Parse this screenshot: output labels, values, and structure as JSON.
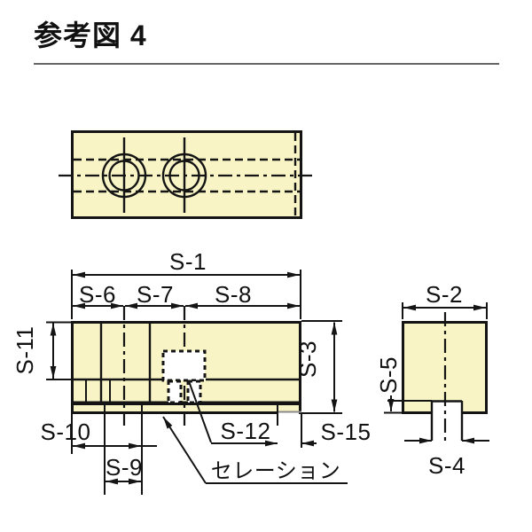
{
  "title": "参考図 4",
  "figure": {
    "type": "technical-drawing",
    "description": "Reference figure 4 - chuck jaw drawing, three orthographic views",
    "views": [
      "top-view",
      "front-view",
      "side-view"
    ]
  },
  "colors": {
    "part_fill": "#F8F4C6",
    "line": "#141414",
    "muted_line": "#8A8A8A",
    "background": "#FFFFFF"
  },
  "labels": {
    "s1": "S-1",
    "s2": "S-2",
    "s3": "S-3",
    "s4": "S-4",
    "s5": "S-5",
    "s6": "S-6",
    "s7": "S-7",
    "s8": "S-8",
    "s9": "S-9",
    "s10": "S-10",
    "s11": "S-11",
    "s12": "S-12",
    "s15": "S-15",
    "serration": "セレーション"
  }
}
